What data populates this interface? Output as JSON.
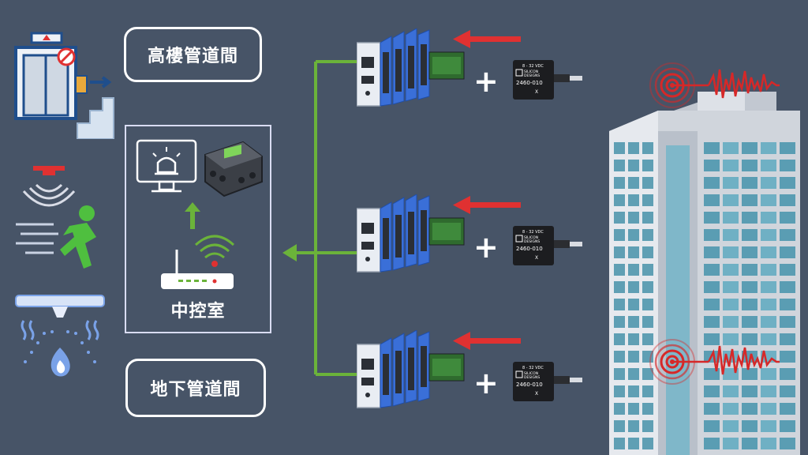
{
  "labels": {
    "upper_shaft": "高樓管道間",
    "lower_shaft": "地下管道間",
    "control_room": "中控室"
  },
  "sensor": {
    "voltage": "8 - 32 VDC",
    "brand_line1": "SILICON",
    "brand_line2": "DESIGNS",
    "model": "2460-010",
    "axis": "X"
  },
  "plus_sign": "+",
  "colors": {
    "background": "#475467",
    "link_green": "#6bb33a",
    "arrow_red": "#e03131",
    "signal_red": "#d62828",
    "module_blue": "#3a6fd8"
  },
  "icons": [
    "elevator-icon",
    "no-entry-icon",
    "staircase-icon",
    "motion-sensor-icon",
    "running-person-icon",
    "sprinkler-icon",
    "fire-icon",
    "alarm-monitor-icon",
    "gateway-device-icon",
    "wifi-router-icon",
    "data-logger-icon",
    "accelerometer-icon",
    "building-icon",
    "vibration-signal-icon"
  ]
}
